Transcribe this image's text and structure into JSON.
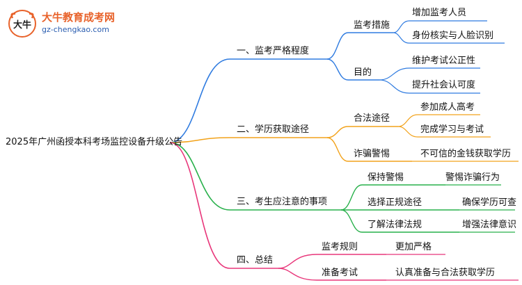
{
  "logo": {
    "title": "大牛教育成考网",
    "url": "gz-chengkao.com",
    "mark_text": "大牛"
  },
  "root": "2025年广州函授本科考场监控设备升级公告",
  "colors": {
    "branch1": "#2f7be0",
    "branch2": "#f2a21a",
    "branch3": "#27b04a",
    "branch4": "#e8367a",
    "logo_orange": "#e8622a",
    "logo_blue": "#2a5db0"
  },
  "branches": [
    {
      "label": "一、监考严格程度",
      "color": "branch1",
      "children": [
        {
          "label": "监考措施",
          "children": [
            "增加监考人员",
            "身份核实与人脸识别"
          ]
        },
        {
          "label": "目的",
          "children": [
            "维护考试公正性",
            "提升社会认可度"
          ]
        }
      ]
    },
    {
      "label": "二、学历获取途径",
      "color": "branch2",
      "children": [
        {
          "label": "合法途径",
          "children": [
            "参加成人高考",
            "完成学习与考试"
          ]
        },
        {
          "label": "诈骗警惕",
          "children": [
            "不可信的金钱获取学历"
          ]
        }
      ]
    },
    {
      "label": "三、考生应注意的事项",
      "color": "branch3",
      "children": [
        {
          "label": "保持警惕",
          "children": [
            "警惕诈骗行为"
          ]
        },
        {
          "label": "选择正规途径",
          "children": [
            "确保学历可查"
          ]
        },
        {
          "label": "了解法律法规",
          "children": [
            "增强法律意识"
          ]
        }
      ]
    },
    {
      "label": "四、总结",
      "color": "branch4",
      "children": [
        {
          "label": "监考规则",
          "children": [
            "更加严格"
          ]
        },
        {
          "label": "准备考试",
          "children": [
            "认真准备与合法获取学历"
          ]
        }
      ]
    }
  ]
}
